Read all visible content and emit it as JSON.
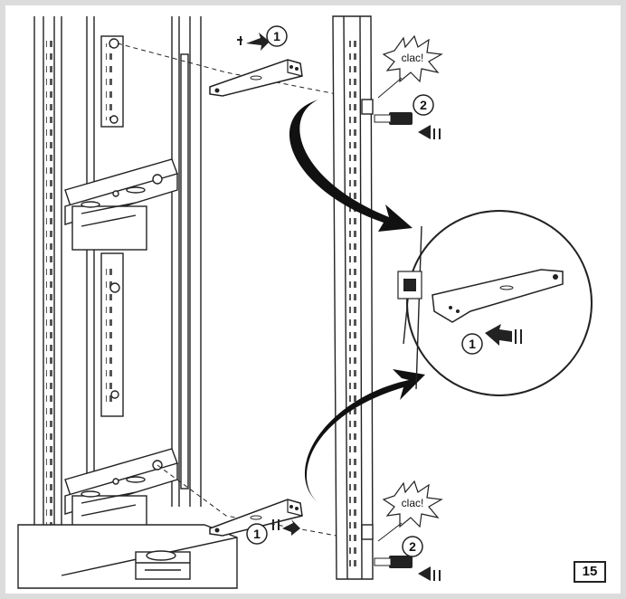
{
  "figure_number": "15",
  "steps": {
    "step1_top": "1",
    "step2_top": "2",
    "step1_detail": "1",
    "step1_bottom": "1",
    "step2_bottom": "2"
  },
  "sound_effects": {
    "top": "clac!",
    "bottom": "clac!"
  },
  "icons": [
    "arrow-icon",
    "burst-icon",
    "key-icon",
    "bracket-icon"
  ]
}
